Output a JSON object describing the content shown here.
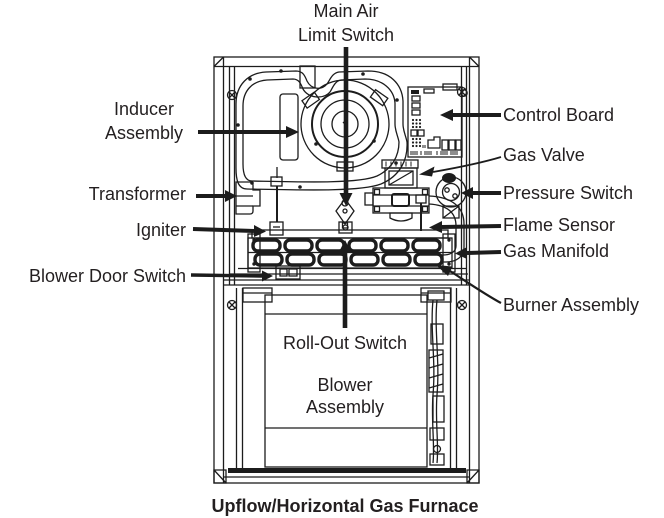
{
  "figure": {
    "caption": "Upflow/Horizontal Gas Furnace",
    "labels": {
      "main_air_limit_switch": "Main Air\nLimit Switch",
      "inducer_assembly": "Inducer\nAssembly",
      "transformer": "Transformer",
      "igniter": "Igniter",
      "blower_door_switch": "Blower Door Switch",
      "control_board": "Control Board",
      "gas_valve": "Gas Valve",
      "pressure_switch": "Pressure Switch",
      "flame_sensor": "Flame Sensor",
      "gas_manifold": "Gas Manifold",
      "burner_assembly": "Burner Assembly",
      "roll_out_switch": "Roll-Out Switch",
      "blower_assembly": "Blower\nAssembly"
    },
    "colors": {
      "line": "#1c1c1c",
      "text": "#231f20",
      "background": "#ffffff"
    }
  }
}
